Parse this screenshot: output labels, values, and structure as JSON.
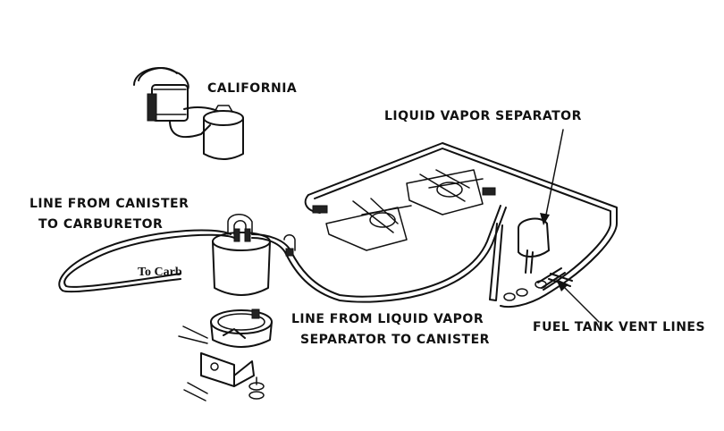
{
  "labels": {
    "california": "CALIFORNIA",
    "liquid_vapor_separator": "LIQUID VAPOR SEPARATOR",
    "line_canister_carb_1": "LINE FROM CANISTER",
    "line_canister_carb_2": "TO CARBURETOR",
    "to_carb": "To Carb",
    "line_lvs_canister_1": "LINE FROM LIQUID VAPOR",
    "line_lvs_canister_2": "SEPARATOR TO CANISTER",
    "fuel_tank_vent_lines": "FUEL TANK VENT LINES"
  }
}
